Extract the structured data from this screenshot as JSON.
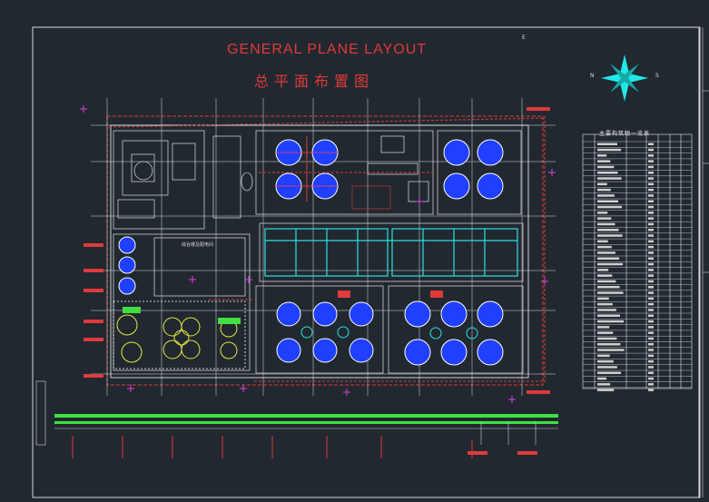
{
  "drawing": {
    "title_en": "GENERAL PLANE LAYOUT",
    "title_cn": "总平面布置图",
    "compass": {
      "north_label": "N",
      "south_label": "S"
    },
    "corner_mark": "E",
    "legend_title": "主要构筑物一览表",
    "building_note": "综合楼及配电间"
  },
  "colors": {
    "background": "#212830",
    "frame": "#d8d8d8",
    "title": "#e03a3a",
    "tank": "#2040ff",
    "tank_outline": "#ffffff",
    "filter": "#2fe0e0",
    "compass": "#20e8e8",
    "road_green": "#40e040",
    "grid": "#ffffff",
    "marker": "#e040e0"
  }
}
